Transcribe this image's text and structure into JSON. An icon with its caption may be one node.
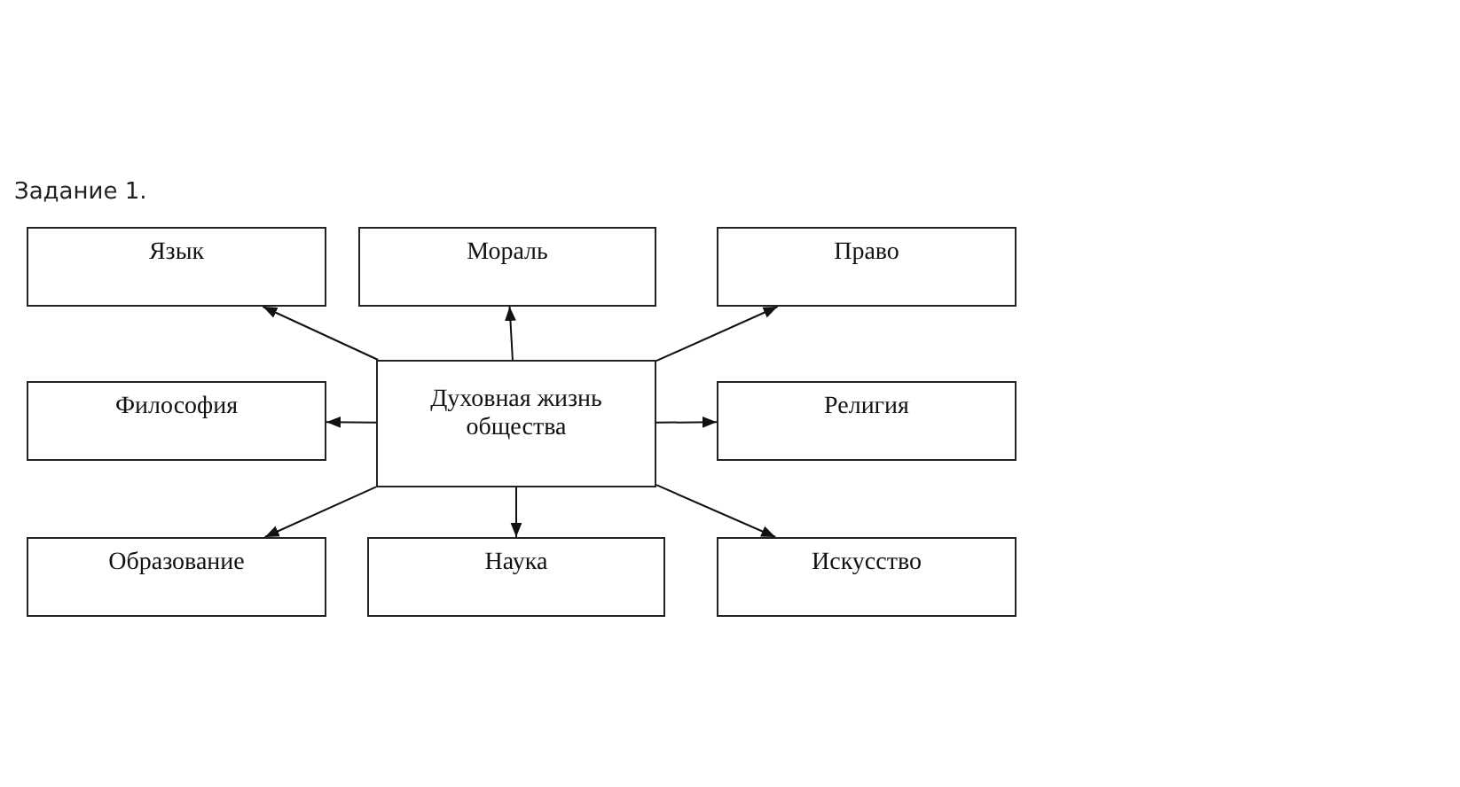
{
  "diagram": {
    "title": "Задание 1.",
    "nodes": [
      {
        "text": [
          "Язык"
        ]
      },
      {
        "text": [
          "Мораль"
        ]
      },
      {
        "text": [
          "Право"
        ]
      },
      {
        "text": [
          "Философия"
        ]
      },
      {
        "text": [
          "Духовная жизнь общества"
        ]
      },
      {
        "text": [
          "Религия"
        ]
      },
      {
        "text": [
          "Образование"
        ]
      },
      {
        "text": [
          "Наука"
        ]
      },
      {
        "text": [
          "Искусство"
        ]
      }
    ],
    "edges": [
      {
        "from": 4,
        "to": 0,
        "arrow": "to"
      },
      {
        "from": 4,
        "to": 1,
        "arrow": "to"
      },
      {
        "from": 4,
        "to": 2,
        "arrow": "to"
      },
      {
        "from": 4,
        "to": 3,
        "arrow": "to"
      },
      {
        "from": 4,
        "to": 5,
        "arrow": "to"
      },
      {
        "from": 4,
        "to": 6,
        "arrow": "to"
      },
      {
        "from": 4,
        "to": 7,
        "arrow": "to"
      },
      {
        "from": 4,
        "to": 8,
        "arrow": "to"
      }
    ]
  }
}
